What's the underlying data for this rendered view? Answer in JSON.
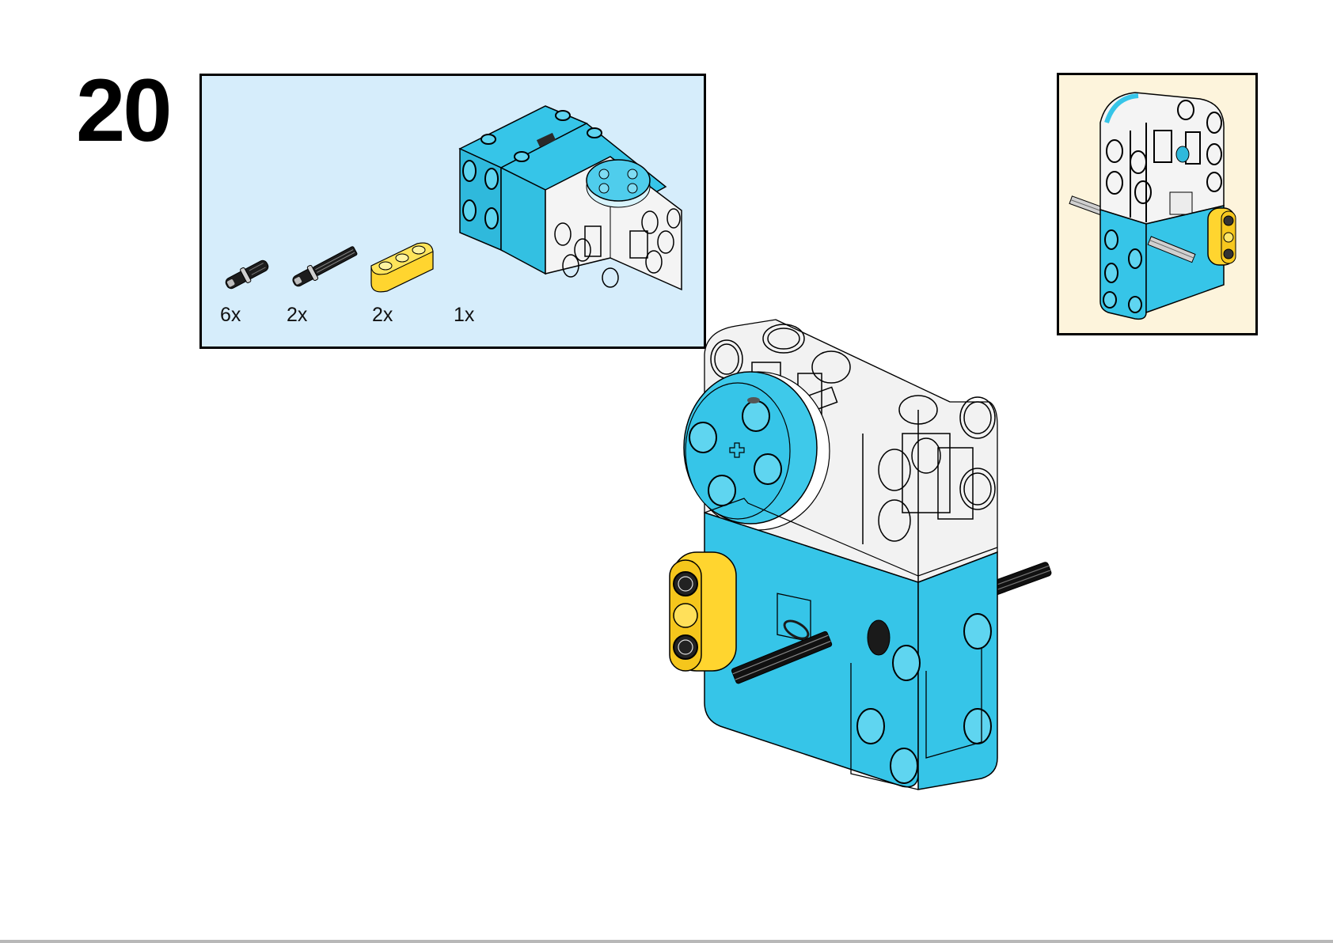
{
  "step": {
    "number": "20"
  },
  "parts_list": {
    "background": "#d6edfb",
    "items": [
      {
        "name": "friction-connector-pin",
        "color": "#1b1b1b",
        "quantity": "6x"
      },
      {
        "name": "axle-pin-with-friction",
        "color": "#1b1b1b",
        "quantity": "2x"
      },
      {
        "name": "technic-beam-3-yellow",
        "color": "#ffd52f",
        "quantity": "2x"
      },
      {
        "name": "large-angular-motor",
        "color": "#34c4e6",
        "quantity": "1x"
      }
    ]
  },
  "callout": {
    "background": "#fdf4dc",
    "description": "rotated view of assembled motor"
  },
  "main_model": {
    "description": "motor with yellow beam and axles attached",
    "accent": "#36c5e8",
    "beam": "#ffd52f"
  }
}
